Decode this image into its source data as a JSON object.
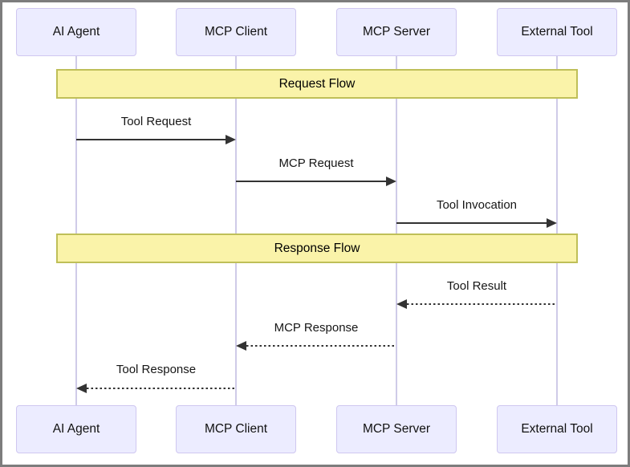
{
  "diagram": {
    "type": "sequence-diagram",
    "actors": [
      {
        "id": "ai-agent",
        "label": "AI Agent"
      },
      {
        "id": "mcp-client",
        "label": "MCP Client"
      },
      {
        "id": "mcp-server",
        "label": "MCP Server"
      },
      {
        "id": "external-tool",
        "label": "External Tool"
      }
    ],
    "sections": [
      {
        "label": "Request Flow"
      },
      {
        "label": "Response Flow"
      }
    ],
    "messages": [
      {
        "label": "Tool Request",
        "from": "AI Agent",
        "to": "MCP Client",
        "line": "solid",
        "section": "Request Flow"
      },
      {
        "label": "MCP Request",
        "from": "MCP Client",
        "to": "MCP Server",
        "line": "solid",
        "section": "Request Flow"
      },
      {
        "label": "Tool Invocation",
        "from": "MCP Server",
        "to": "External Tool",
        "line": "solid",
        "section": "Request Flow"
      },
      {
        "label": "Tool Result",
        "from": "External Tool",
        "to": "MCP Server",
        "line": "dotted",
        "section": "Response Flow"
      },
      {
        "label": "MCP Response",
        "from": "MCP Server",
        "to": "MCP Client",
        "line": "dotted",
        "section": "Response Flow"
      },
      {
        "label": "Tool Response",
        "from": "MCP Client",
        "to": "AI Agent",
        "line": "dotted",
        "section": "Response Flow"
      }
    ],
    "colors": {
      "actor_fill": "#ECECFF",
      "actor_border": "#CFC7F0",
      "banner_fill": "#FAF3A9",
      "banner_border": "#BFBF58",
      "lifeline": "#CFCBE8",
      "arrow": "#333333",
      "frame_border": "#7D7D7D",
      "background": "#FFFFFF"
    }
  }
}
